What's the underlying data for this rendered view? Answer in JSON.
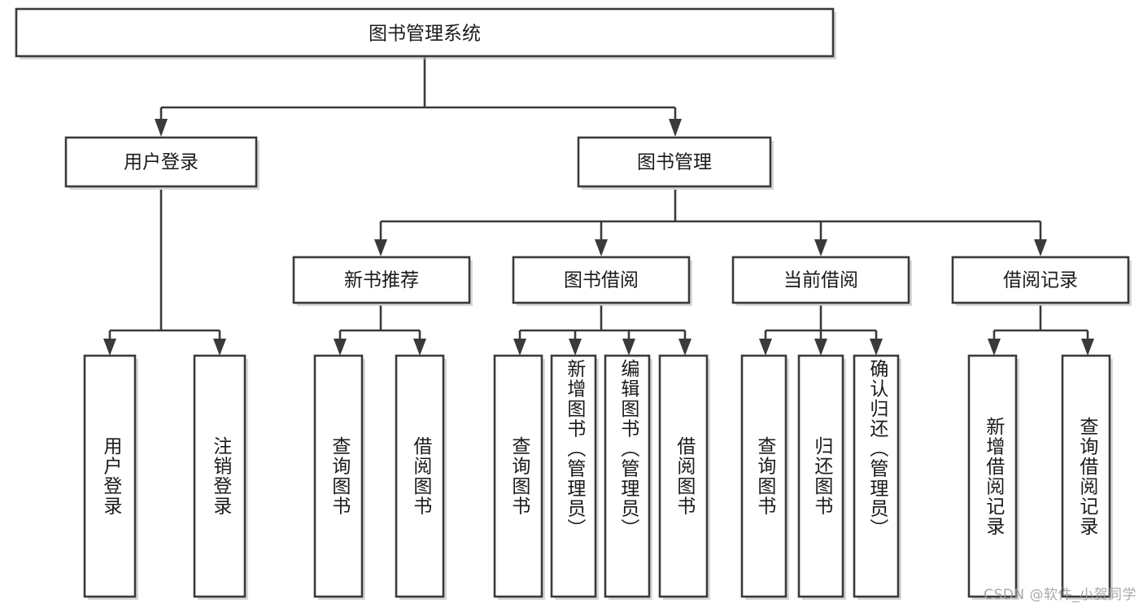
{
  "diagram": {
    "type": "tree",
    "title": "图书管理系统",
    "watermark": "CSDN @软件_小贺同学",
    "root": {
      "id": "root",
      "label": "图书管理系统",
      "orientation": "horizontal"
    },
    "level2": [
      {
        "id": "user-login",
        "label": "用户登录",
        "orientation": "horizontal"
      },
      {
        "id": "book-manage",
        "label": "图书管理",
        "orientation": "horizontal"
      }
    ],
    "level3": [
      {
        "id": "new-book-recommend",
        "label": "新书推荐",
        "parent": "book-manage",
        "orientation": "horizontal"
      },
      {
        "id": "book-borrow",
        "label": "图书借阅",
        "parent": "book-manage",
        "orientation": "horizontal"
      },
      {
        "id": "current-borrow",
        "label": "当前借阅",
        "parent": "book-manage",
        "orientation": "horizontal"
      },
      {
        "id": "borrow-record",
        "label": "借阅记录",
        "parent": "book-manage",
        "orientation": "horizontal"
      }
    ],
    "leaves": [
      {
        "id": "leaf-user-login",
        "label": "用户登录",
        "parent": "user-login",
        "orientation": "vertical"
      },
      {
        "id": "leaf-user-logout",
        "label": "注销登录",
        "parent": "user-login",
        "orientation": "vertical"
      },
      {
        "id": "leaf-query-book-1",
        "label": "查询图书",
        "parent": "new-book-recommend",
        "orientation": "vertical"
      },
      {
        "id": "leaf-borrow-book-1",
        "label": "借阅图书",
        "parent": "new-book-recommend",
        "orientation": "vertical"
      },
      {
        "id": "leaf-query-book-2",
        "label": "查询图书",
        "parent": "book-borrow",
        "orientation": "vertical"
      },
      {
        "id": "leaf-add-book",
        "label": "新增图书（管理员）",
        "parent": "book-borrow",
        "orientation": "vertical"
      },
      {
        "id": "leaf-edit-book",
        "label": "编辑图书（管理员）",
        "parent": "book-borrow",
        "orientation": "vertical"
      },
      {
        "id": "leaf-borrow-book-2",
        "label": "借阅图书",
        "parent": "book-borrow",
        "orientation": "vertical"
      },
      {
        "id": "leaf-query-book-3",
        "label": "查询图书",
        "parent": "current-borrow",
        "orientation": "vertical"
      },
      {
        "id": "leaf-return-book",
        "label": "归还图书",
        "parent": "current-borrow",
        "orientation": "vertical"
      },
      {
        "id": "leaf-confirm-return",
        "label": "确认归还（管理员）",
        "parent": "current-borrow",
        "orientation": "vertical"
      },
      {
        "id": "leaf-add-record",
        "label": "新增借阅记录",
        "parent": "borrow-record",
        "orientation": "vertical"
      },
      {
        "id": "leaf-query-record",
        "label": "查询借阅记录",
        "parent": "borrow-record",
        "orientation": "vertical"
      }
    ],
    "colors": {
      "box_stroke": "#3a3a3a",
      "box_fill": "#ffffff",
      "text": "#1a1a1a",
      "watermark": "#9a9a9a",
      "background": "#ffffff"
    }
  }
}
